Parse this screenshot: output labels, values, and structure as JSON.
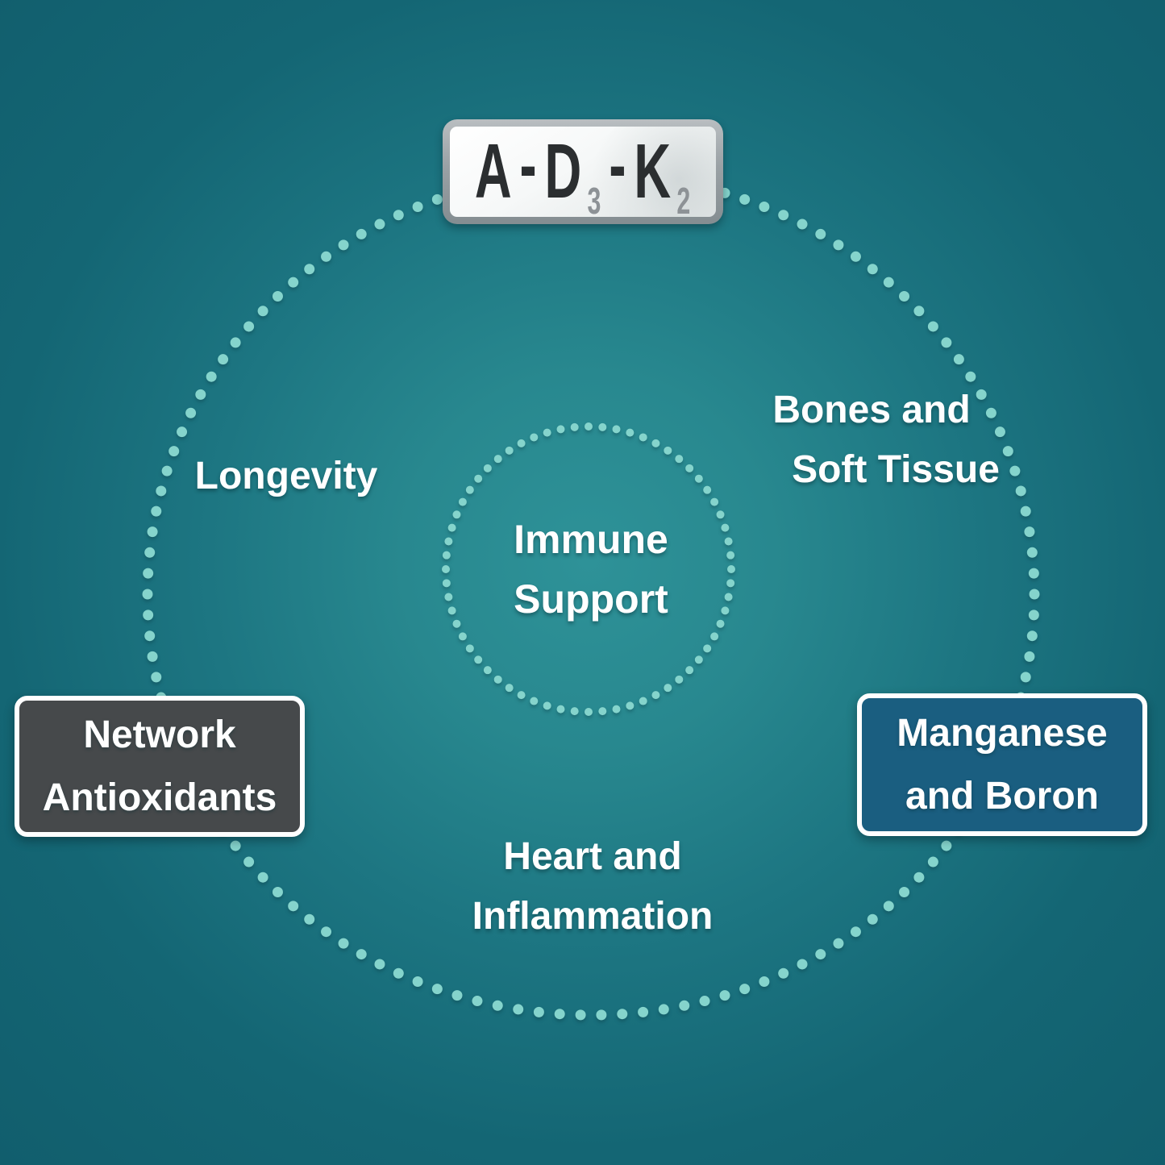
{
  "diagram": {
    "badge": {
      "letter_a": "A",
      "separator_1": "-",
      "letter_d": "D",
      "subscript_d": "3",
      "separator_2": "-",
      "letter_k": "K",
      "subscript_k": "2"
    },
    "center_label": {
      "line1": "Immune",
      "line2": "Support"
    },
    "labels": {
      "longevity": {
        "text": "Longevity"
      },
      "bones": {
        "line1": "Bones and",
        "line2": "Soft Tissue"
      },
      "heart": {
        "line1": "Heart and",
        "line2": "Inflammation"
      }
    },
    "boxes": {
      "network": {
        "line1": "Network",
        "line2": "Antioxidants"
      },
      "manganese": {
        "line1": "Manganese",
        "line2": "and Boron"
      }
    }
  },
  "colors": {
    "background_center": "#2e9298",
    "background_edge": "#115e6d",
    "dot": "#85d4cc",
    "label_text": "#ffffff",
    "badge_frame": "#969ea2",
    "badge_face": "#f4f6f6",
    "badge_text": "#2b2e30",
    "badge_subscript": "#8d9296",
    "network_box_bg": "#46494b",
    "manganese_box_bg": "#1a5e80",
    "box_border": "#ffffff"
  }
}
